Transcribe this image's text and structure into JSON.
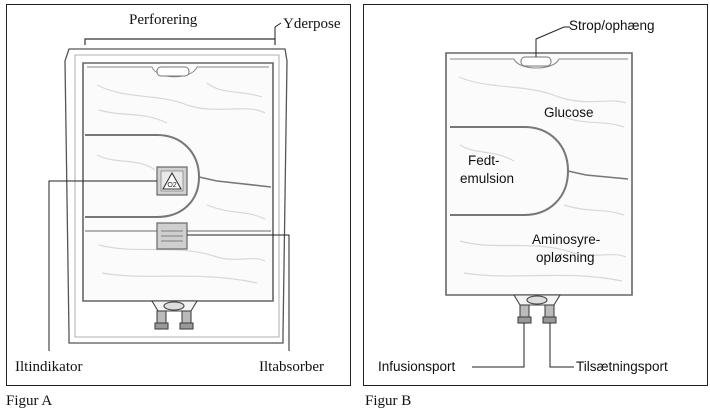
{
  "figure_a": {
    "caption": "Figur A",
    "labels": {
      "perforation": "Perforering",
      "outer_bag": "Yderpose",
      "oxygen_indicator": "Iltindikator",
      "oxygen_absorber": "Iltabsorber"
    },
    "indicator_symbol": "O2"
  },
  "figure_b": {
    "caption": "Figur B",
    "labels": {
      "strap": "Strop/ophæng",
      "glucose": "Glucose",
      "lipid_line1": "Fedt-",
      "lipid_line2": "emulsion",
      "amino_line1": "Aminosyre-",
      "amino_line2": "opløsning",
      "infusion_port": "Infusionsport",
      "additive_port": "Tilsætningsport"
    }
  }
}
